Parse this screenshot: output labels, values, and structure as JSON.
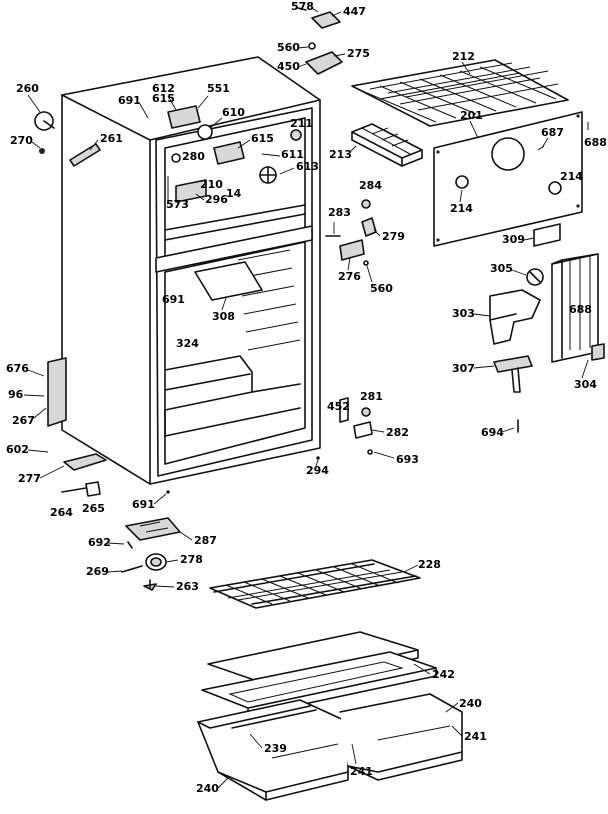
{
  "callouts": {
    "c578": "578",
    "c447": "447",
    "c560a": "560",
    "c275": "275",
    "c450": "450",
    "c212": "212",
    "c201": "201",
    "c687": "687",
    "c688a": "688",
    "c213": "213",
    "c214a": "214",
    "c214b": "214",
    "c260": "260",
    "c270": "270",
    "c261": "261",
    "c691a": "691",
    "c612": "612",
    "c551": "551",
    "c615a": "615",
    "c610": "610",
    "c615b": "615",
    "c211": "211",
    "c280": "280",
    "c611": "611",
    "c613": "613",
    "c210": "210",
    "c14": "14",
    "c573": "573",
    "c296": "296",
    "c284": "284",
    "c283": "283",
    "c279": "279",
    "c309": "309",
    "c276": "276",
    "c560b": "560",
    "c305": "305",
    "c691b": "691",
    "c308": "308",
    "c303": "303",
    "c688b": "688",
    "c324": "324",
    "c307": "307",
    "c304": "304",
    "c676": "676",
    "c96": "96",
    "c267": "267",
    "c452": "452",
    "c281": "281",
    "c282": "282",
    "c694": "694",
    "c693": "693",
    "c602": "602",
    "c277": "277",
    "c294": "294",
    "c264": "264",
    "c265": "265",
    "c691c": "691",
    "c692": "692",
    "c287": "287",
    "c278": "278",
    "c228": "228",
    "c269": "269",
    "c263": "263",
    "c242": "242",
    "c240a": "240",
    "c239": "239",
    "c241a": "241",
    "c241b": "241",
    "c240b": "240"
  }
}
